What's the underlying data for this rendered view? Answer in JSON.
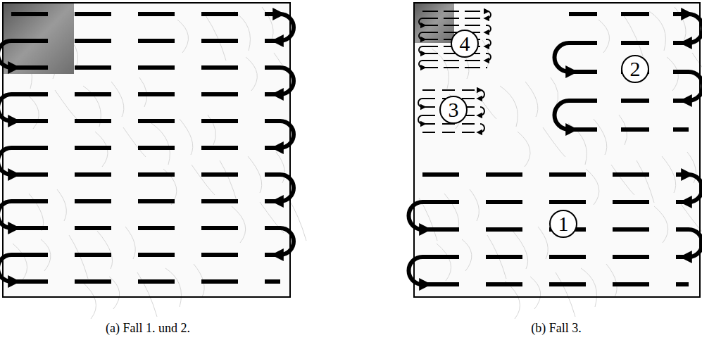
{
  "diagram": {
    "nodes": [
      {
        "text": [
          "4"
        ]
      },
      {
        "text": [
          "2"
        ]
      },
      {
        "text": [
          "3"
        ]
      },
      {
        "text": [
          "1"
        ]
      }
    ],
    "edges": [],
    "labels": [
      "(a) Fall 1. und 2.",
      "(b) Fall 3."
    ]
  }
}
